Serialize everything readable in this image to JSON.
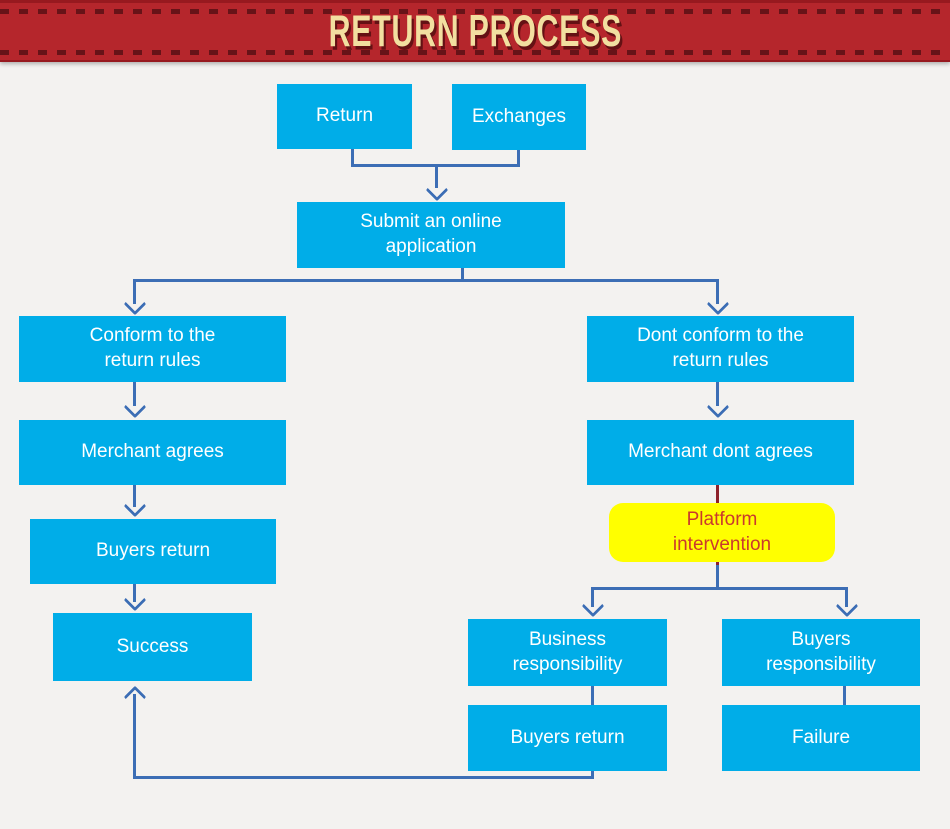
{
  "banner": {
    "title": "RETURN PROCESS",
    "background_color": "#b5262c",
    "dash_color": "#671318",
    "title_color": "#f2dfa0"
  },
  "colors": {
    "node_fill": "#00ade8",
    "node_text": "#ffffff",
    "connector_blue": "#3c6eb5",
    "connector_maroon": "#8e212b",
    "intervention_fill": "#ffff00",
    "intervention_text": "#ca3a2d",
    "page_background": "#f3f2f0"
  },
  "nodes": {
    "return": {
      "label": "Return"
    },
    "exchanges": {
      "label": "Exchanges"
    },
    "submit": {
      "label": "Submit an online application"
    },
    "conform": {
      "label": "Conform to the return rules"
    },
    "dont_conform": {
      "label": "Dont conform to the return rules"
    },
    "merchant_agrees": {
      "label": "Merchant agrees"
    },
    "merchant_dont_agrees": {
      "label": "Merchant dont agrees"
    },
    "buyers_return_left": {
      "label": "Buyers return"
    },
    "platform_intervention": {
      "label": "Platform intervention"
    },
    "success": {
      "label": "Success"
    },
    "business_responsibility": {
      "label": "Business responsibility"
    },
    "buyers_responsibility": {
      "label": "Buyers responsibility"
    },
    "buyers_return_bottom": {
      "label": "Buyers return"
    },
    "failure": {
      "label": "Failure"
    }
  }
}
